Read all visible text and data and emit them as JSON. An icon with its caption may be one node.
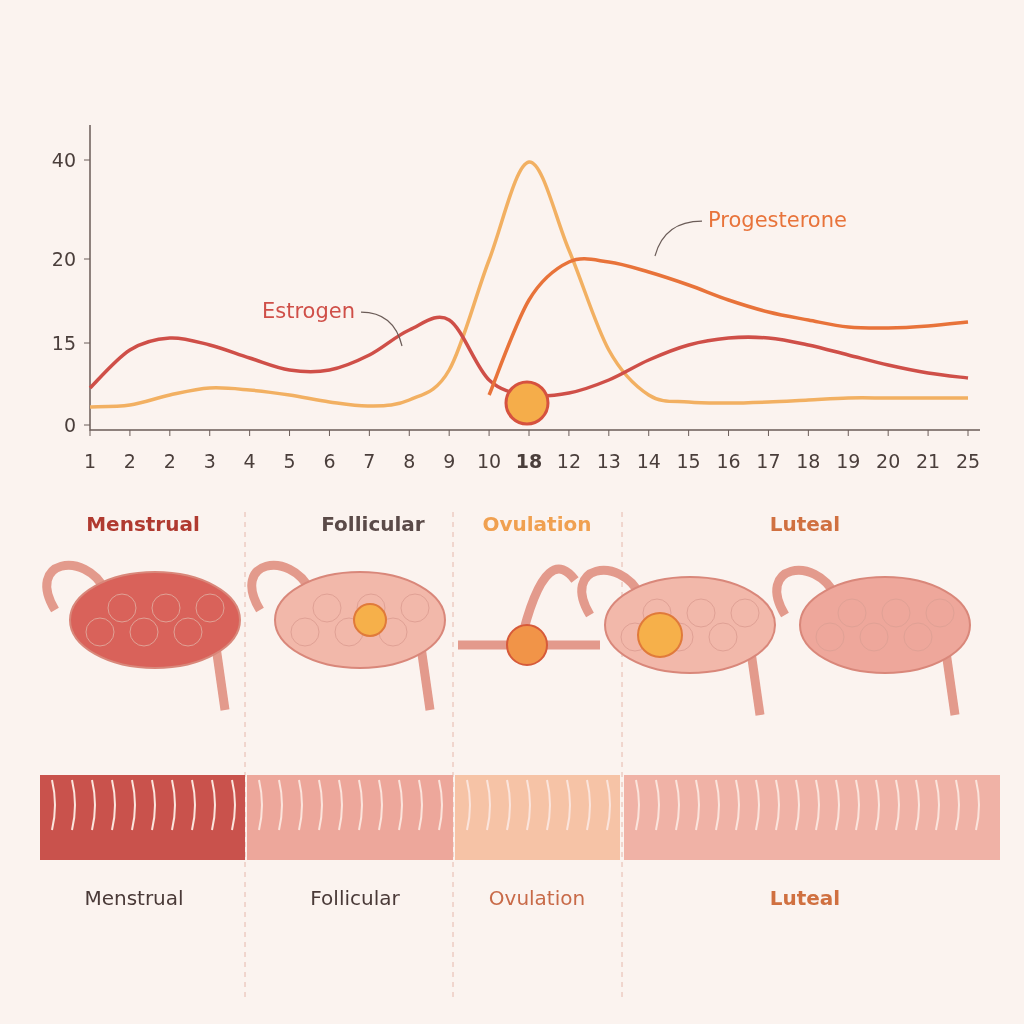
{
  "diagram": {
    "nodes": [
      {
        "text": [
          "Estrogen"
        ]
      },
      {
        "text": [],
        "shape": "line"
      },
      {
        "text": [
          "Progesterone"
        ]
      },
      {
        "text": [],
        "shape": "line"
      }
    ],
    "edges": [
      {
        "from": 0,
        "to": 1,
        "arrow": "none"
      },
      {
        "from": 2,
        "to": 3,
        "arrow": "none"
      }
    ],
    "labels": [
      "40",
      "20",
      "15",
      "0",
      "1",
      "2",
      "2",
      "3",
      "4",
      "5",
      "6",
      "7",
      "8",
      "9",
      "10",
      "18",
      "12",
      "13",
      "14",
      "15",
      "16",
      "17",
      "18",
      "19",
      "20",
      "21",
      "25",
      "Menstrual",
      "Follicular",
      "Ovulation",
      "Luteal",
      "Menstrual",
      "Follicular",
      "Ovulation",
      "Luteal"
    ]
  }
}
